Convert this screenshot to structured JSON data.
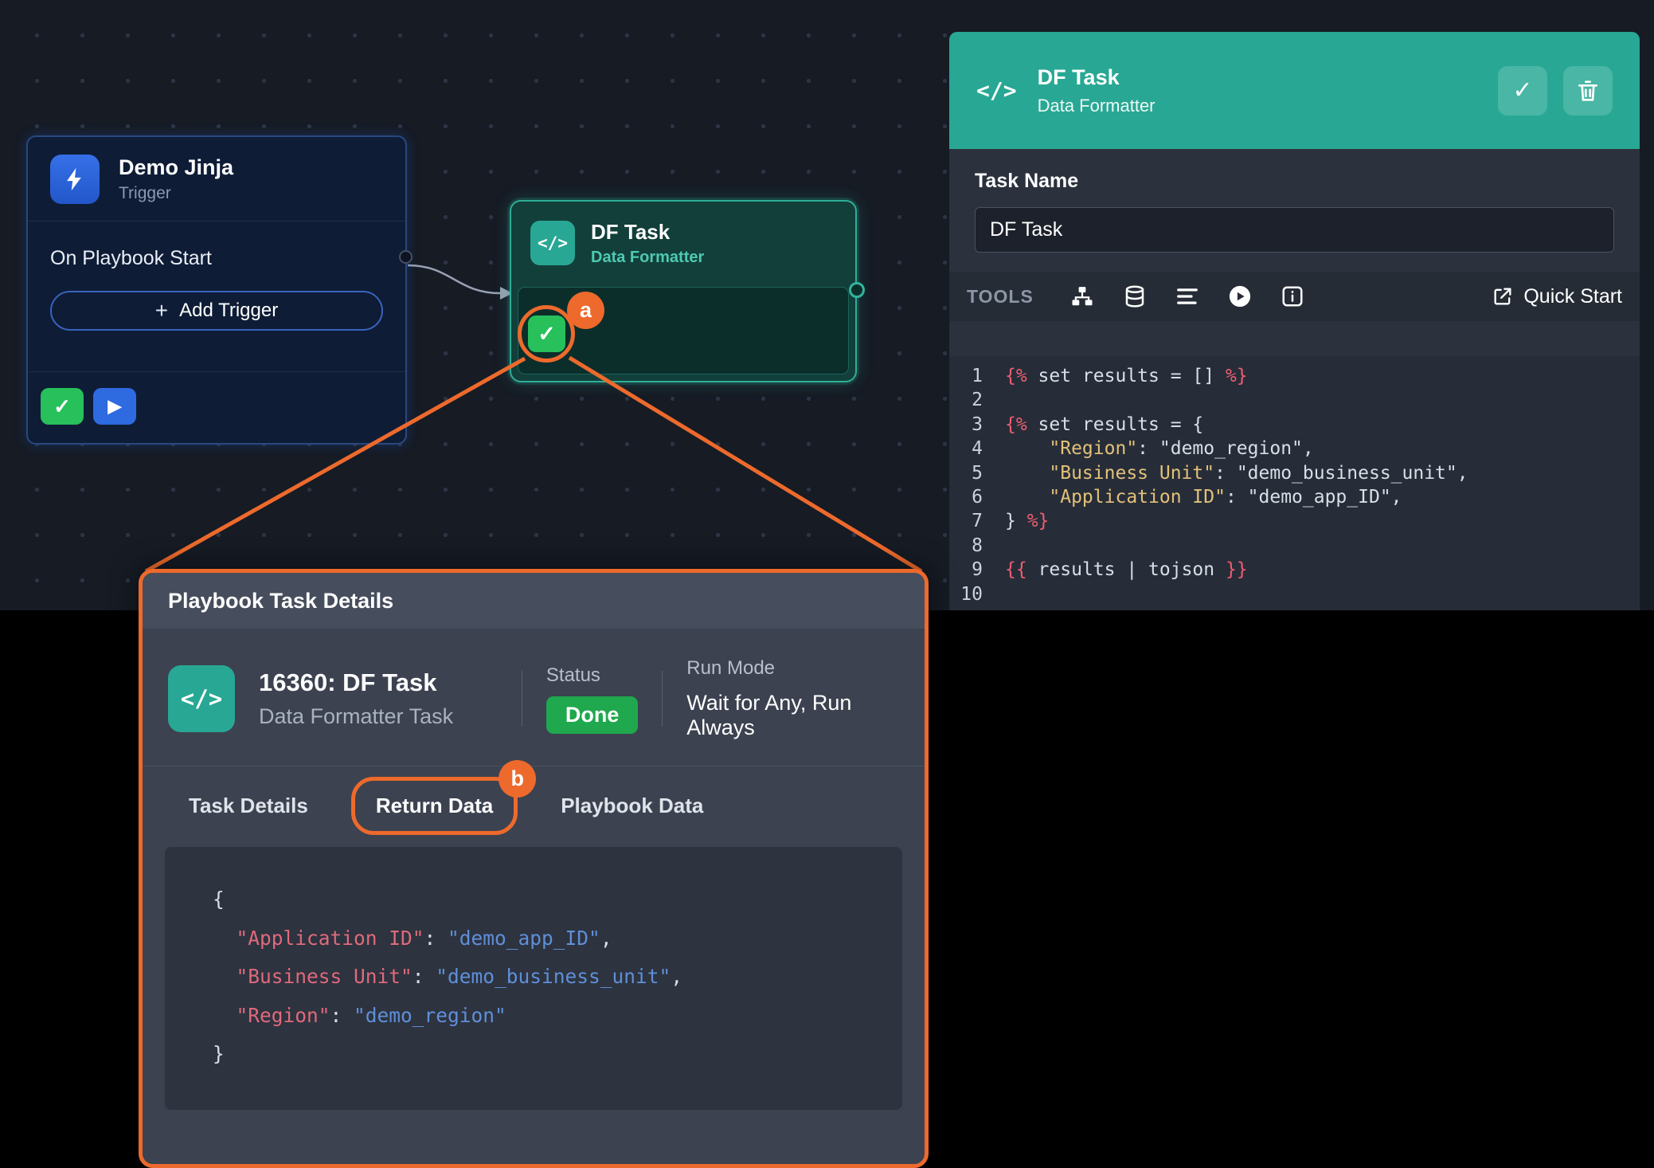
{
  "colors": {
    "accent_orange": "#ed6a2c",
    "teal": "#28a894",
    "green": "#27c05a",
    "blue": "#2e6ae0",
    "done_badge": "#1fa84d"
  },
  "glyphs": {
    "check": "✓",
    "play": "▶",
    "code": "</>",
    "plus": "+"
  },
  "annotations": {
    "a": "a",
    "b": "b"
  },
  "canvas": {
    "trigger_card": {
      "title": "Demo Jinja",
      "subtitle": "Trigger",
      "row_label": "On Playbook Start",
      "add_trigger_label": "Add Trigger"
    },
    "task_node": {
      "title": "DF Task",
      "subtitle": "Data Formatter"
    }
  },
  "panel": {
    "header": {
      "title": "DF Task",
      "subtitle": "Data Formatter"
    },
    "task_name": {
      "label": "Task Name",
      "value": "DF Task"
    },
    "tools": {
      "label": "TOOLS",
      "quick_start": "Quick Start",
      "icons": [
        "hierarchy-icon",
        "database-icon",
        "align-lines-icon",
        "play-circle-icon",
        "info-icon"
      ]
    },
    "editor": {
      "lines": [
        {
          "num": "1",
          "tokens": [
            {
              "t": "{%",
              "c": "d"
            },
            {
              "t": " set results = [] ",
              "c": "p"
            },
            {
              "t": "%}",
              "c": "d"
            }
          ]
        },
        {
          "num": "2",
          "tokens": []
        },
        {
          "num": "3",
          "tokens": [
            {
              "t": "{%",
              "c": "d"
            },
            {
              "t": " set results = {",
              "c": "p"
            }
          ]
        },
        {
          "num": "4",
          "tokens": [
            {
              "t": "    ",
              "c": "p"
            },
            {
              "t": "\"Region\"",
              "c": "k"
            },
            {
              "t": ": ",
              "c": "p"
            },
            {
              "t": "\"demo_region\"",
              "c": "p"
            },
            {
              "t": ",",
              "c": "p"
            }
          ]
        },
        {
          "num": "5",
          "tokens": [
            {
              "t": "    ",
              "c": "p"
            },
            {
              "t": "\"Business Unit\"",
              "c": "k"
            },
            {
              "t": ": ",
              "c": "p"
            },
            {
              "t": "\"demo_business_unit\"",
              "c": "p"
            },
            {
              "t": ",",
              "c": "p"
            }
          ]
        },
        {
          "num": "6",
          "tokens": [
            {
              "t": "    ",
              "c": "p"
            },
            {
              "t": "\"Application ID\"",
              "c": "k"
            },
            {
              "t": ": ",
              "c": "p"
            },
            {
              "t": "\"demo_app_ID\"",
              "c": "p"
            },
            {
              "t": ",",
              "c": "p"
            }
          ]
        },
        {
          "num": "7",
          "tokens": [
            {
              "t": "} ",
              "c": "p"
            },
            {
              "t": "%}",
              "c": "d"
            }
          ]
        },
        {
          "num": "8",
          "tokens": []
        },
        {
          "num": "9",
          "tokens": [
            {
              "t": "{{",
              "c": "d"
            },
            {
              "t": " results | tojson ",
              "c": "p"
            },
            {
              "t": "}}",
              "c": "d"
            }
          ]
        },
        {
          "num": "10",
          "tokens": []
        }
      ]
    }
  },
  "modal": {
    "title": "Playbook Task Details",
    "task": {
      "title": "16360: DF Task",
      "subtitle": "Data Formatter Task"
    },
    "status_label": "Status",
    "status_value": "Done",
    "run_mode_label": "Run Mode",
    "run_mode_value": "Wait for Any, Run Always",
    "tabs": [
      {
        "label": "Task Details",
        "active": false
      },
      {
        "label": "Return Data",
        "active": true
      },
      {
        "label": "Playbook Data",
        "active": false
      }
    ],
    "code_lines": [
      [
        {
          "t": "{",
          "c": "p"
        }
      ],
      [
        {
          "t": "  ",
          "c": "p"
        },
        {
          "t": "\"Application ID\"",
          "c": "rk"
        },
        {
          "t": ": ",
          "c": "p"
        },
        {
          "t": "\"demo_app_ID\"",
          "c": "bv"
        },
        {
          "t": ",",
          "c": "p"
        }
      ],
      [
        {
          "t": "  ",
          "c": "p"
        },
        {
          "t": "\"Business Unit\"",
          "c": "rk"
        },
        {
          "t": ": ",
          "c": "p"
        },
        {
          "t": "\"demo_business_unit\"",
          "c": "bv"
        },
        {
          "t": ",",
          "c": "p"
        }
      ],
      [
        {
          "t": "  ",
          "c": "p"
        },
        {
          "t": "\"Region\"",
          "c": "rk"
        },
        {
          "t": ": ",
          "c": "p"
        },
        {
          "t": "\"demo_region\"",
          "c": "bv"
        }
      ],
      [
        {
          "t": "}",
          "c": "p"
        }
      ]
    ]
  }
}
